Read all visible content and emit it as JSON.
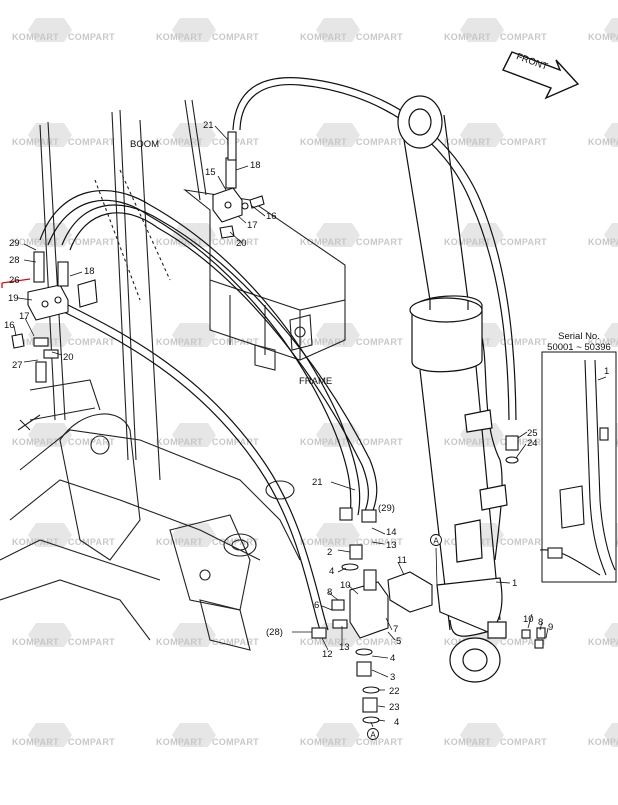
{
  "watermark": {
    "brand_a": "KOMPART",
    "brand_b": "COMPART",
    "color": "#c8c8c8"
  },
  "captions": {
    "boom": "BOOM",
    "frame": "FRAME",
    "front": "FRONT"
  },
  "inset": {
    "line1": "Serial No.",
    "line2": "50001 ~ 50396",
    "callouts": [
      "1"
    ]
  },
  "callouts": {
    "c1": "1",
    "c2": "2",
    "c3": "3",
    "c4a": "4",
    "c4b": "4",
    "c4c": "4",
    "c5": "5",
    "c6": "6",
    "c7": "7",
    "c8a": "8",
    "c8b": "8",
    "c9": "9",
    "c10a": "10",
    "c10b": "10",
    "c11": "11",
    "c12": "12",
    "c13a": "13",
    "c13b": "13",
    "c14": "14",
    "c15": "15",
    "c16a": "16",
    "c16b": "16",
    "c17a": "17",
    "c17b": "17",
    "c18a": "18",
    "c18b": "18",
    "c19": "19",
    "c20a": "20",
    "c20b": "20",
    "c21a": "21",
    "c21b": "21",
    "c22": "22",
    "c23": "23",
    "c24": "24",
    "c25": "25",
    "c26": "26",
    "c27": "27",
    "c28": "28",
    "c29": "29",
    "c28p": "(28)",
    "c29p": "(29)",
    "refA1": "A",
    "refA2": "A"
  },
  "highlight_color": "#d01010"
}
